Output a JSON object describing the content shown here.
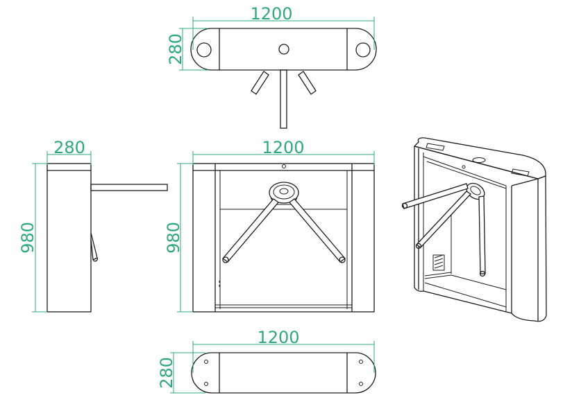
{
  "dimensions": {
    "top_view": {
      "width": "1200",
      "depth": "280"
    },
    "side_view": {
      "depth": "280",
      "height": "980"
    },
    "front_view": {
      "width": "1200",
      "height": "980"
    },
    "bottom_view": {
      "width": "1200",
      "depth": "280"
    }
  },
  "colors": {
    "dimension": "#2fa87f",
    "line": "#1a1a1a",
    "background": "#ffffff"
  }
}
